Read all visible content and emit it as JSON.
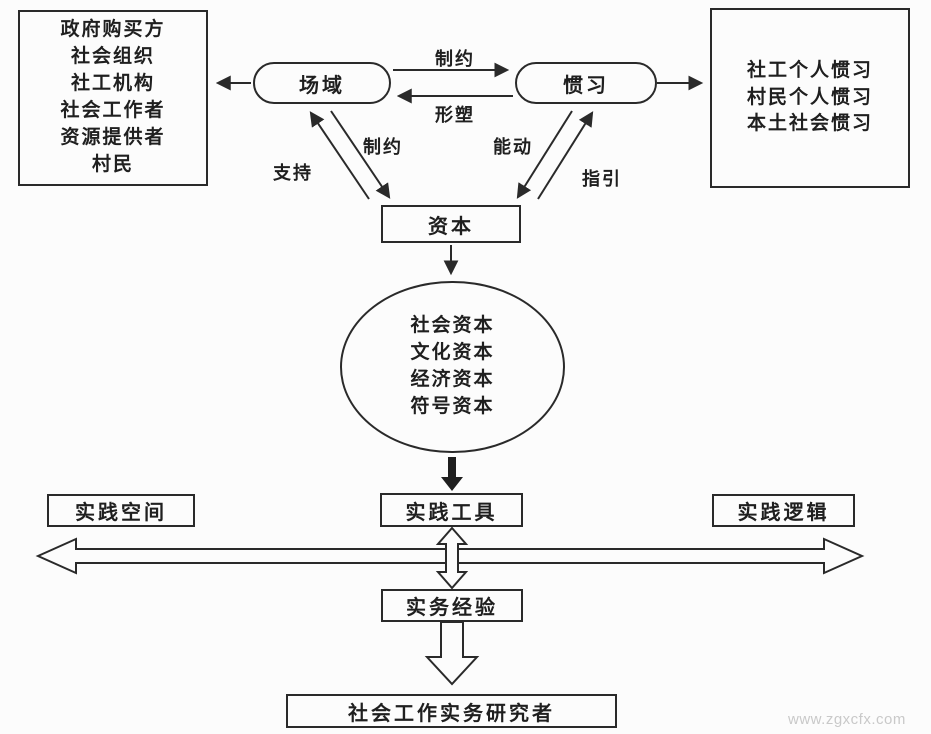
{
  "page": {
    "background": "#fcfcfc",
    "stroke_color": "#2a2a2a",
    "watermark": "www.zgxcfx.com"
  },
  "nodes": {
    "stakeholders": {
      "lines": [
        "政府购买方",
        "社会组织",
        "社工机构",
        "社会工作者",
        "资源提供者",
        "村民"
      ]
    },
    "field": {
      "label": "场域"
    },
    "habitus": {
      "label": "惯习"
    },
    "habitus_types": {
      "lines": [
        "社工个人惯习",
        "村民个人惯习",
        "本土社会惯习"
      ]
    },
    "capital": {
      "label": "资本"
    },
    "capital_forms": {
      "lines": [
        "社会资本",
        "文化资本",
        "经济资本",
        "符号资本"
      ]
    },
    "practice_space": {
      "label": "实践空间"
    },
    "practice_tools": {
      "label": "实践工具"
    },
    "practice_logic": {
      "label": "实践逻辑"
    },
    "practice_experience": {
      "label": "实务经验"
    },
    "researcher": {
      "label": "社会工作实务研究者"
    }
  },
  "edge_labels": {
    "field_habitus_top": "制约",
    "habitus_field_bottom": "形塑",
    "field_capital_constrain": "制约",
    "capital_field_support": "支持",
    "capital_habitus_agency": "能动",
    "habitus_capital_guide": "指引"
  }
}
